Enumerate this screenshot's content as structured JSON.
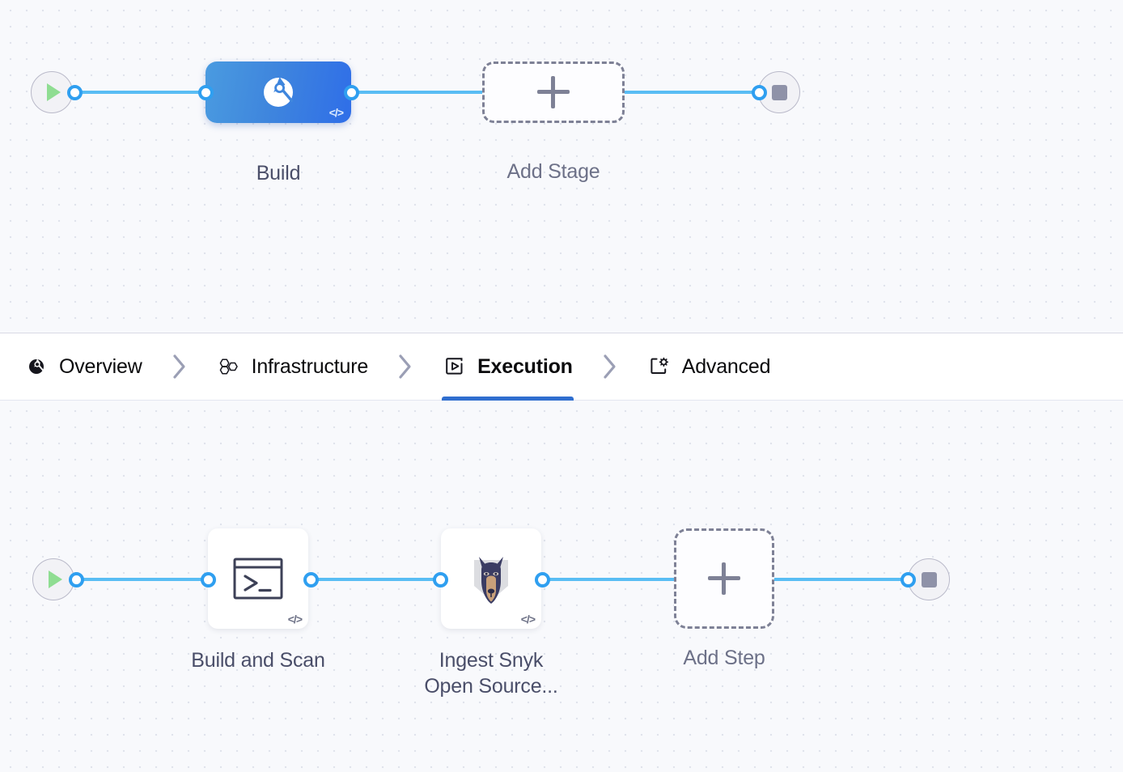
{
  "canvas_stages": {
    "name": "stages-canvas",
    "start_node": {
      "icon": "play-icon",
      "title": "Pipeline Start"
    },
    "end_node": {
      "icon": "stop-icon",
      "title": "Pipeline End"
    },
    "nodes": [
      {
        "id": "stage-build",
        "label": "Build",
        "icon": "build-scan-icon",
        "badge": "</>",
        "selected": true,
        "kind": "stage"
      },
      {
        "id": "add-stage",
        "label": "Add Stage",
        "icon": "plus-icon",
        "kind": "add-stage"
      }
    ]
  },
  "tabbar": {
    "separator_icon": "chevron-right-icon",
    "tabs": [
      {
        "id": "overview",
        "label": "Overview",
        "icon": "overview-icon",
        "active": false
      },
      {
        "id": "infrastructure",
        "label": "Infrastructure",
        "icon": "infrastructure-icon",
        "active": false
      },
      {
        "id": "execution",
        "label": "Execution",
        "icon": "execution-icon",
        "active": true
      },
      {
        "id": "advanced",
        "label": "Advanced",
        "icon": "advanced-icon",
        "active": false
      }
    ],
    "active_tab": "execution",
    "active_underline_color": "#2f6ecf"
  },
  "canvas_steps": {
    "name": "steps-canvas",
    "start_node": {
      "icon": "play-icon",
      "title": "Execution Start"
    },
    "end_node": {
      "icon": "stop-icon",
      "title": "Execution End"
    },
    "nodes": [
      {
        "id": "build-and-scan",
        "label": "Build and Scan",
        "label_line2": "",
        "icon": "terminal-icon",
        "badge": "</>",
        "kind": "step"
      },
      {
        "id": "ingest-snyk-open-source",
        "label": "Ingest Snyk",
        "label_line2": "Open Source...",
        "icon": "snyk-doberman-icon",
        "badge": "</>",
        "kind": "step"
      },
      {
        "id": "add-step",
        "label": "Add Step",
        "label_line2": "",
        "icon": "plus-icon",
        "kind": "add-step"
      }
    ]
  },
  "colors": {
    "canvas_background": "#f8f9fc",
    "grid_dot": "#e0e3ec",
    "link": "#59bdf4",
    "port_ring": "#2f9ff0",
    "accent_blue": "#2f6ecf",
    "stage_gradient_from": "#4a9be0",
    "stage_gradient_to": "#2f6ee8",
    "play_green": "#8fdd92",
    "stop_gray": "#8f92a8",
    "caption_text": "#4a4e69",
    "dashed_border": "#7e8196"
  }
}
